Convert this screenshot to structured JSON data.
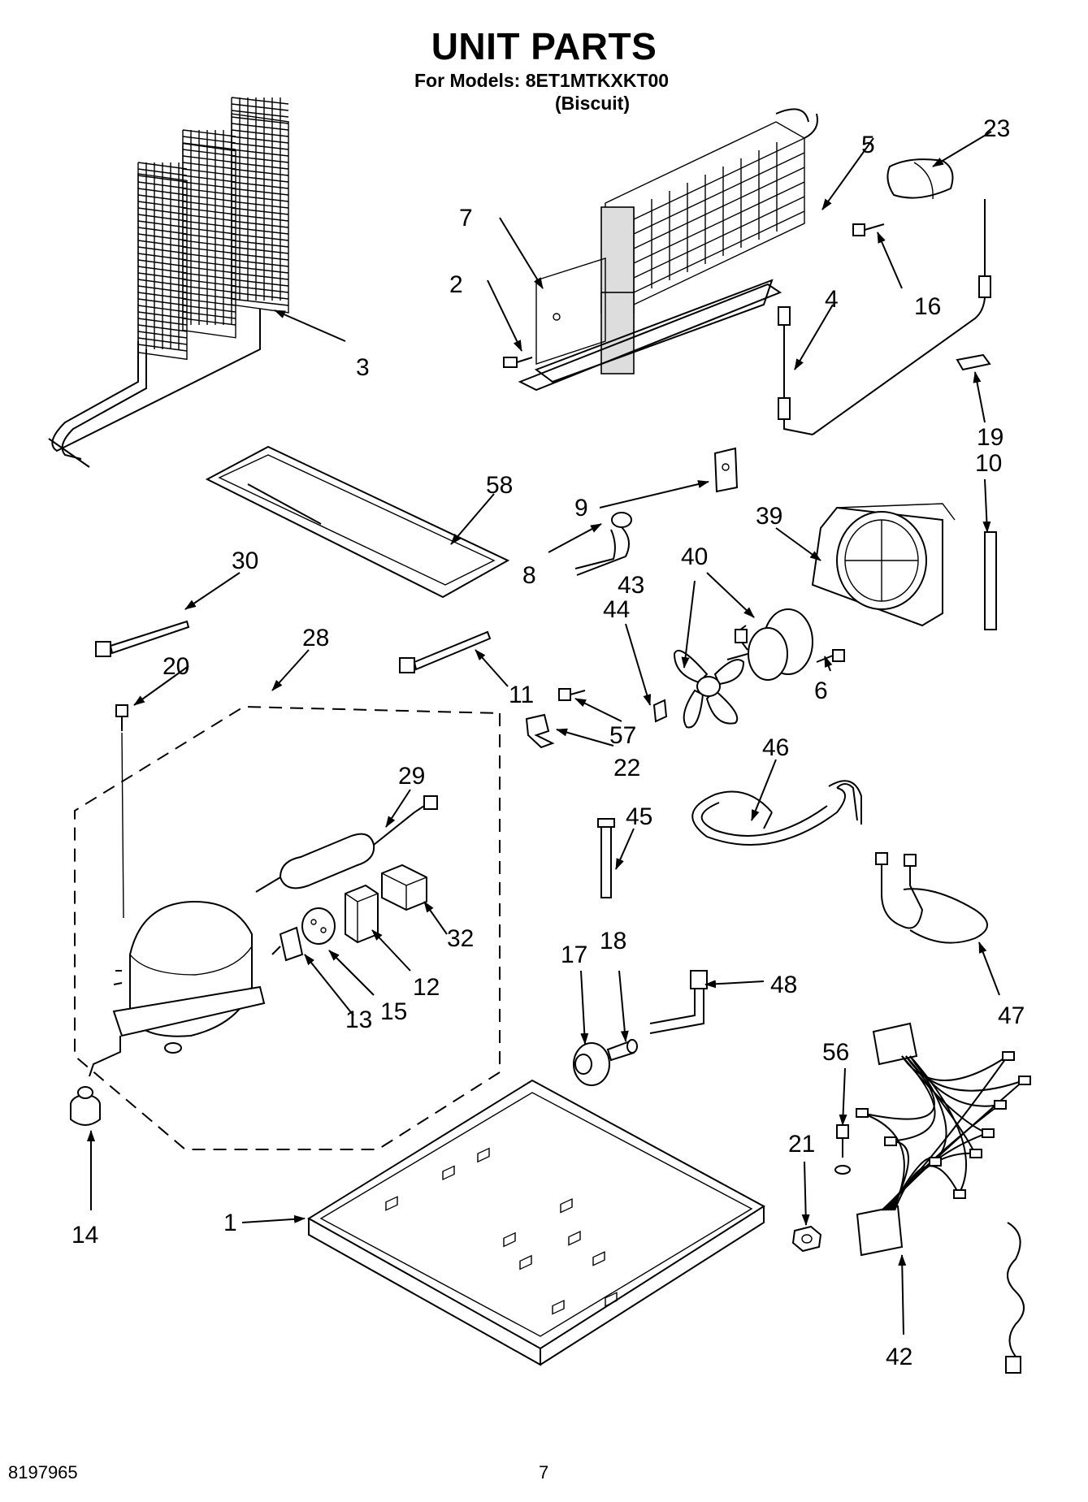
{
  "header": {
    "title": "UNIT PARTS",
    "models_line": "For Models: 8ET1MTKXKT00",
    "color_line": "(Biscuit)"
  },
  "footer": {
    "doc_number": "8197965",
    "page_number": "7"
  },
  "callouts": [
    {
      "id": "c1",
      "label": "1"
    },
    {
      "id": "c2",
      "label": "2"
    },
    {
      "id": "c3",
      "label": "3"
    },
    {
      "id": "c4",
      "label": "4"
    },
    {
      "id": "c5",
      "label": "5"
    },
    {
      "id": "c6",
      "label": "6"
    },
    {
      "id": "c7",
      "label": "7"
    },
    {
      "id": "c8",
      "label": "8"
    },
    {
      "id": "c9",
      "label": "9"
    },
    {
      "id": "c10",
      "label": "10"
    },
    {
      "id": "c11",
      "label": "11"
    },
    {
      "id": "c12",
      "label": "12"
    },
    {
      "id": "c13",
      "label": "13"
    },
    {
      "id": "c14",
      "label": "14"
    },
    {
      "id": "c15",
      "label": "15"
    },
    {
      "id": "c16",
      "label": "16"
    },
    {
      "id": "c17",
      "label": "17"
    },
    {
      "id": "c18",
      "label": "18"
    },
    {
      "id": "c19",
      "label": "19"
    },
    {
      "id": "c20",
      "label": "20"
    },
    {
      "id": "c21",
      "label": "21"
    },
    {
      "id": "c22",
      "label": "22"
    },
    {
      "id": "c23",
      "label": "23"
    },
    {
      "id": "c28",
      "label": "28"
    },
    {
      "id": "c29",
      "label": "29"
    },
    {
      "id": "c30",
      "label": "30"
    },
    {
      "id": "c32",
      "label": "32"
    },
    {
      "id": "c39",
      "label": "39"
    },
    {
      "id": "c40",
      "label": "40"
    },
    {
      "id": "c42",
      "label": "42"
    },
    {
      "id": "c43",
      "label": "43"
    },
    {
      "id": "c44",
      "label": "44"
    },
    {
      "id": "c45",
      "label": "45"
    },
    {
      "id": "c46",
      "label": "46"
    },
    {
      "id": "c47",
      "label": "47"
    },
    {
      "id": "c48",
      "label": "48"
    },
    {
      "id": "c56",
      "label": "56"
    },
    {
      "id": "c57",
      "label": "57"
    },
    {
      "id": "c58",
      "label": "58"
    }
  ]
}
